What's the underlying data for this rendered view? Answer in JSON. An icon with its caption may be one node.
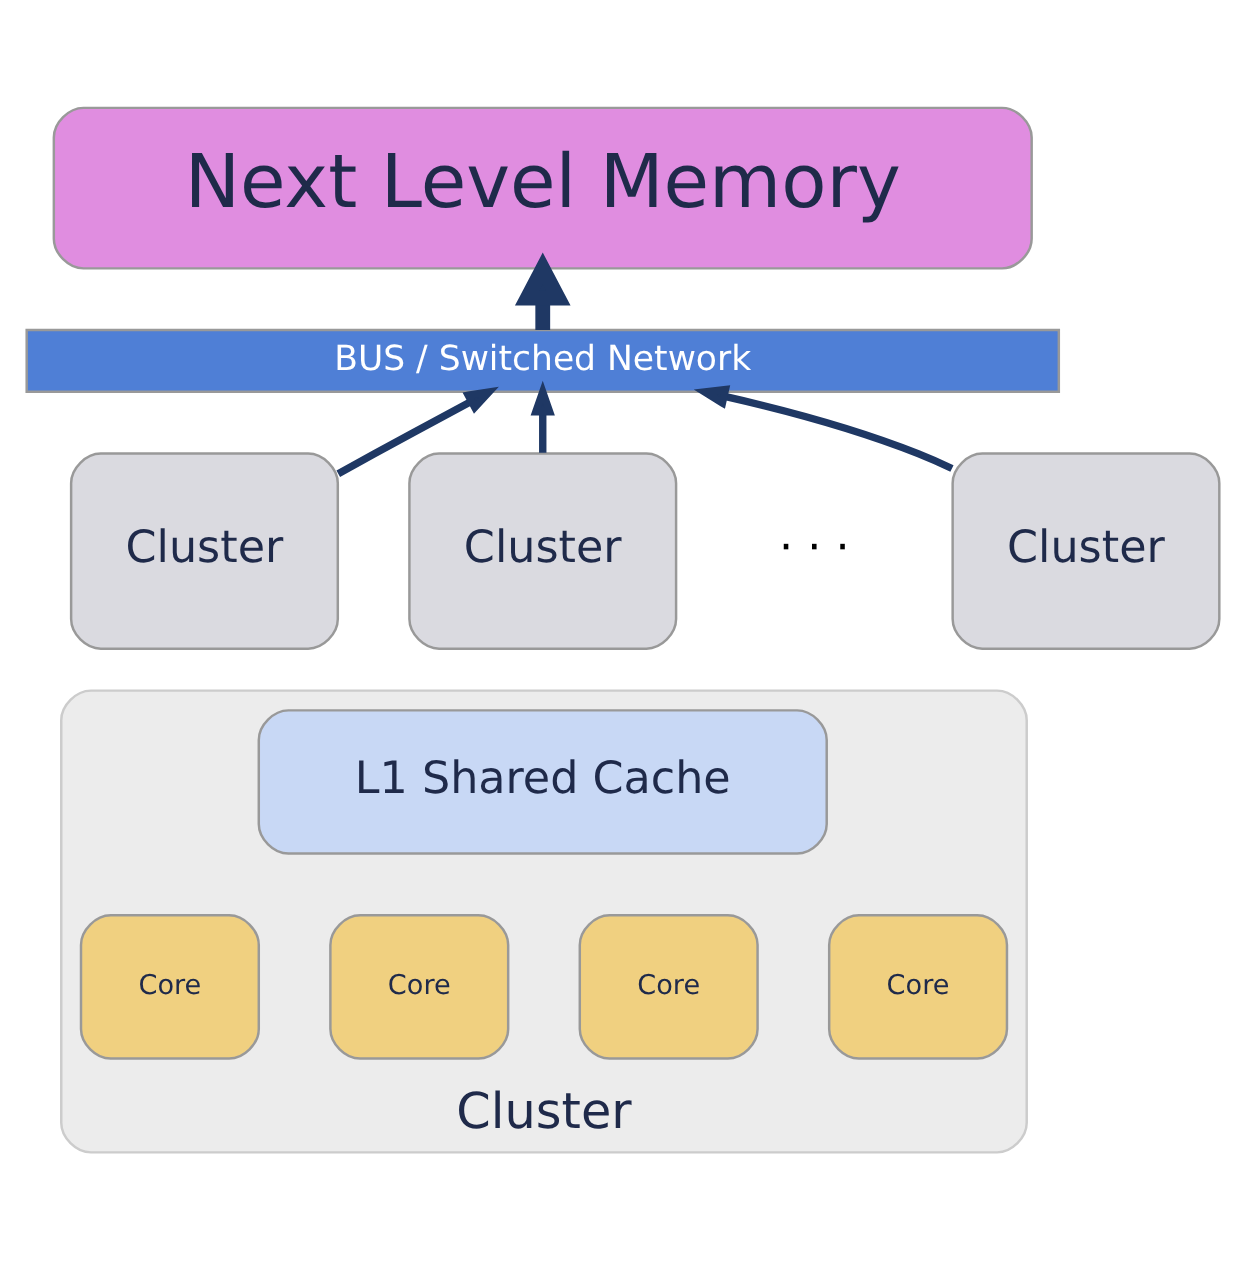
{
  "diagram": {
    "nodes": [
      {
        "text": [
          "Next Level Memory"
        ]
      },
      {
        "text": [
          "BUS / Switched Network"
        ]
      },
      {
        "text": [
          "Cluster"
        ]
      },
      {
        "text": [
          "Cluster"
        ]
      },
      {
        "text": [
          "Cluster"
        ]
      },
      {
        "text": [
          "Cluster"
        ]
      },
      {
        "text": [
          "L1 Shared Cache"
        ],
        "in": 5
      },
      {
        "text": [
          "Core"
        ],
        "in": 5
      },
      {
        "text": [
          "Core"
        ],
        "in": 5
      },
      {
        "text": [
          "Core"
        ],
        "in": 5
      },
      {
        "text": [
          "Core"
        ],
        "in": 5
      }
    ],
    "edges": [
      {
        "from": 1,
        "to": 0,
        "arrow": "to",
        "style": "thick"
      },
      {
        "from": 2,
        "to": 1,
        "arrow": "to"
      },
      {
        "from": 3,
        "to": 1,
        "arrow": "to"
      },
      {
        "from": 4,
        "to": 1,
        "arrow": "to"
      }
    ],
    "labels": [
      "· · ·"
    ]
  }
}
